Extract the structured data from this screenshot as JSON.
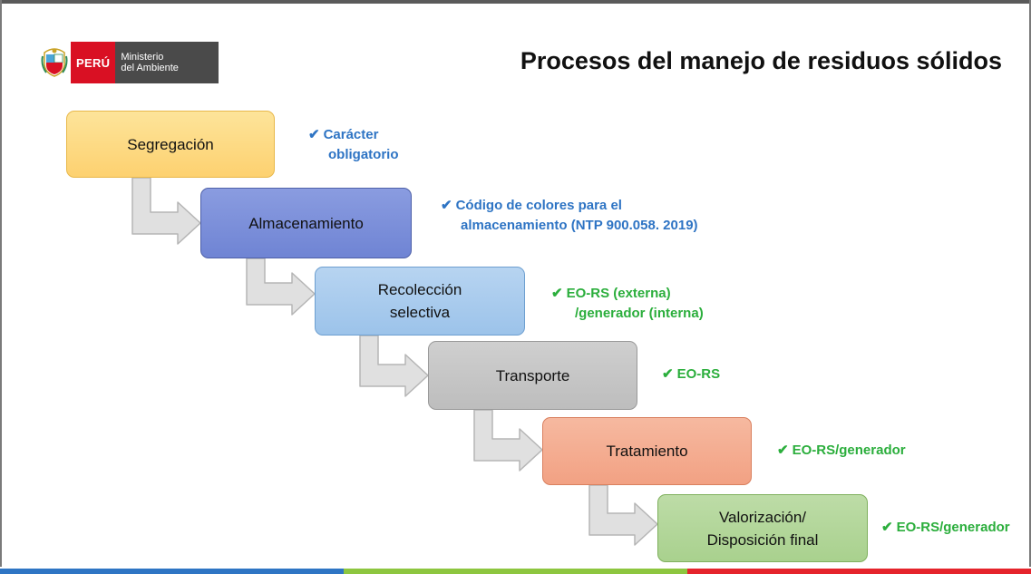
{
  "header": {
    "logo_country": "PERÚ",
    "logo_ministry_line1": "Ministerio",
    "logo_ministry_line2": "del Ambiente",
    "title": "Procesos del manejo de residuos sólidos"
  },
  "steps": [
    {
      "label_line1": "Segregación",
      "label_line2": "",
      "note_line1": "Carácter",
      "note_line2": "obligatorio",
      "note_color": "#2e74c4"
    },
    {
      "label_line1": "Almacenamiento",
      "label_line2": "",
      "note_line1": "Código de colores para el",
      "note_line2": "almacenamiento (NTP 900.058. 2019)",
      "note_color": "#2e74c4"
    },
    {
      "label_line1": "Recolección",
      "label_line2": "selectiva",
      "note_line1": "EO-RS (externa)",
      "note_line2": "/generador (interna)",
      "note_color": "#2bae3c"
    },
    {
      "label_line1": "Transporte",
      "label_line2": "",
      "note_line1": "EO-RS",
      "note_line2": "",
      "note_color": "#2bae3c"
    },
    {
      "label_line1": "Tratamiento",
      "label_line2": "",
      "note_line1": "EO-RS/generador",
      "note_line2": "",
      "note_color": "#2bae3c"
    },
    {
      "label_line1": "Valorización/",
      "label_line2": "Disposición final",
      "note_line1": "EO-RS/generador",
      "note_line2": "",
      "note_color": "#2bae3c"
    }
  ],
  "colors": {
    "segregacion": "#fdd170",
    "almacenamiento": "#6f84d4",
    "recoleccion": "#9cc3ea",
    "transporte": "#bfbfbf",
    "tratamiento": "#f2a183",
    "valorizacion": "#a9d18e",
    "bottom_bar": [
      "#2e75c4",
      "#8dc63f",
      "#e5242c"
    ]
  },
  "icons": {
    "check": "check-icon",
    "crest": "peru-crest-icon"
  }
}
